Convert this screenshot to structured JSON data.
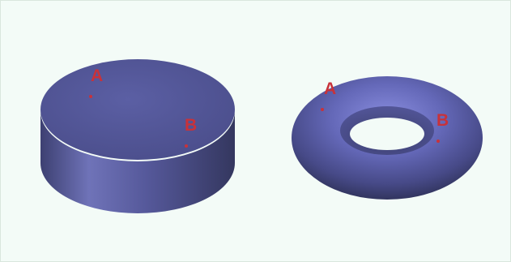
{
  "colors": {
    "background": "#f3fbf7",
    "shape_light": "#6e72c4",
    "shape_mid": "#50538f",
    "shape_dark": "#34375f",
    "point_color": "#c8323a"
  },
  "cylinder": {
    "point_a_label": "A",
    "point_b_label": "B"
  },
  "torus": {
    "point_a_label": "A",
    "point_b_label": "B"
  }
}
